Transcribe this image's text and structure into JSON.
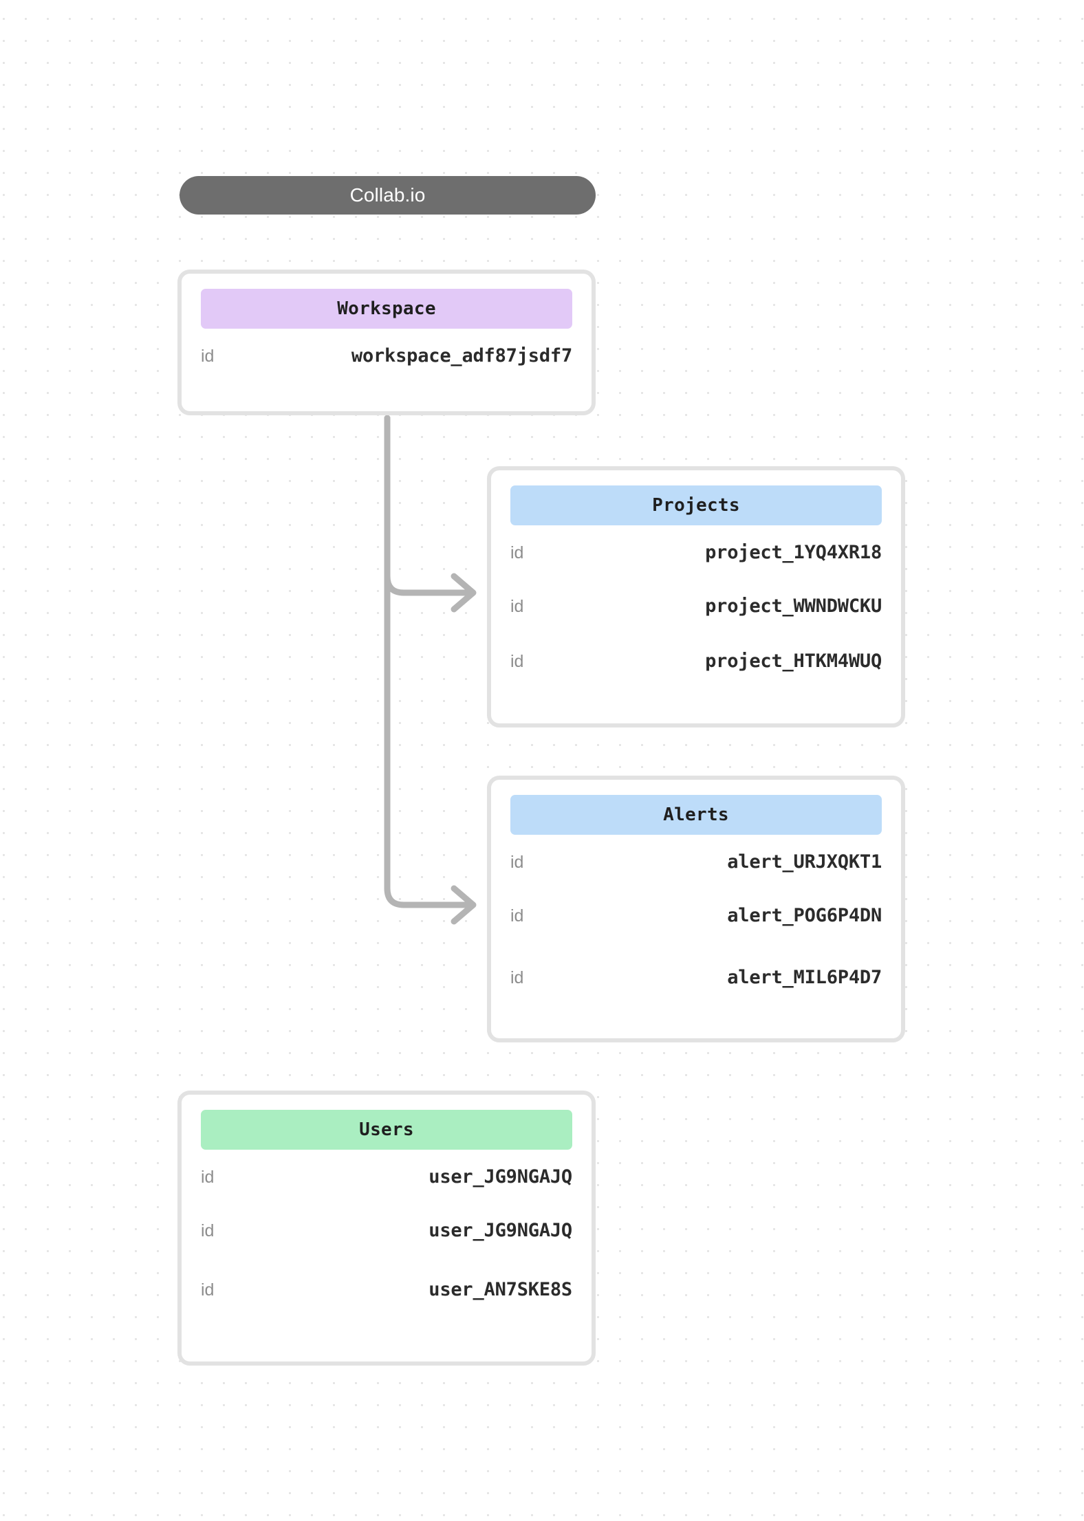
{
  "app": {
    "title": "Collab.io"
  },
  "entities": [
    {
      "name": "Workspace",
      "accent": "#e2c9f7",
      "rows": [
        {
          "field": "id",
          "value": "workspace_adf87jsdf7"
        }
      ]
    },
    {
      "name": "Projects",
      "accent": "#bddcf9",
      "rows": [
        {
          "field": "id",
          "value": "project_1YQ4XR18"
        },
        {
          "field": "id",
          "value": "project_WWNDWCKU"
        },
        {
          "field": "id",
          "value": "project_HTKM4WUQ"
        }
      ]
    },
    {
      "name": "Alerts",
      "accent": "#bddcf9",
      "rows": [
        {
          "field": "id",
          "value": "alert_URJXQKT1"
        },
        {
          "field": "id",
          "value": "alert_POG6P4DN"
        },
        {
          "field": "id",
          "value": "alert_MIL6P4D7"
        }
      ]
    },
    {
      "name": "Users",
      "accent": "#aaeec1",
      "rows": [
        {
          "field": "id",
          "value": "user_JG9NGAJQ"
        },
        {
          "field": "id",
          "value": "user_JG9NGAJQ"
        },
        {
          "field": "id",
          "value": "user_AN7SKE8S"
        }
      ]
    }
  ],
  "connectors": [
    {
      "from": "Workspace",
      "to": "Projects"
    },
    {
      "from": "Workspace",
      "to": "Alerts"
    }
  ],
  "theme": {
    "pill_background": "#6e6e6e",
    "pill_text": "#ffffff",
    "card_border": "#e2e2e2",
    "card_background": "#ffffff",
    "connector": "#b4b4b4",
    "field_label": "#8d8d8d",
    "value_text": "#2b2b2b",
    "grid_dot": "#e4e4e4"
  }
}
